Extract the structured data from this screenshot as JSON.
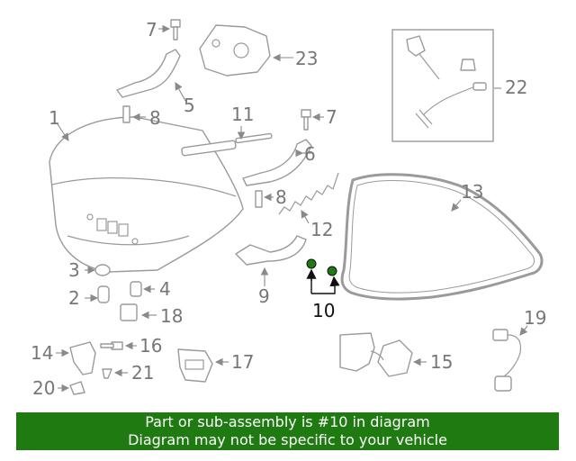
{
  "diagram": {
    "callouts": [
      "1",
      "2",
      "3",
      "4",
      "5",
      "6",
      "7",
      "7",
      "8",
      "8",
      "9",
      "10",
      "11",
      "12",
      "13",
      "14",
      "15",
      "16",
      "17",
      "18",
      "19",
      "20",
      "21",
      "22",
      "23"
    ],
    "highlighted_part": "10",
    "highlight_color": "#1e7a11"
  },
  "banner": {
    "line1": "Part or sub-assembly is #10 in diagram",
    "line2": "Diagram may not be specific to your vehicle",
    "background": "#1e7a11",
    "text_color": "#ffffff"
  }
}
